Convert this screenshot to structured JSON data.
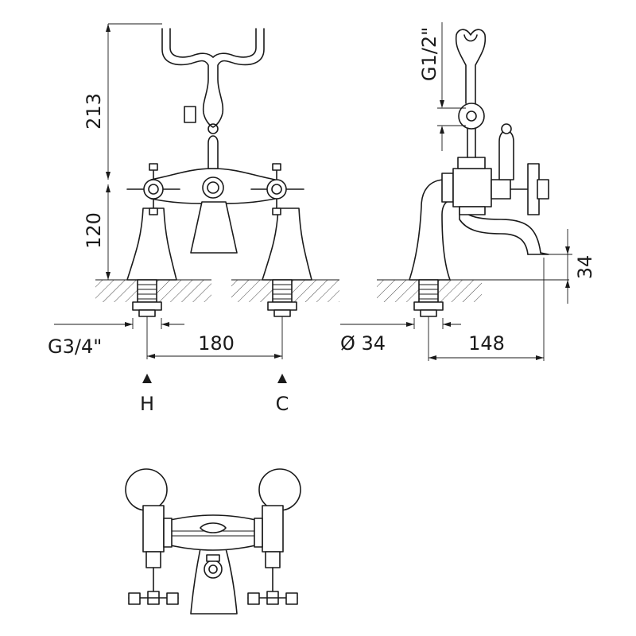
{
  "drawing": {
    "front_view": {
      "dim_height_total": "213",
      "dim_height_base": "120",
      "dim_pitch": "180",
      "thread_inlet": "G3/4\"",
      "inlet_hot": "H",
      "inlet_cold": "C"
    },
    "side_view": {
      "thread_handset": "G1/2\"",
      "dim_base_diameter": "Ø 34",
      "dim_spout_reach": "148",
      "dim_spout_height": "34"
    },
    "line_color": "#1a1a1a"
  }
}
